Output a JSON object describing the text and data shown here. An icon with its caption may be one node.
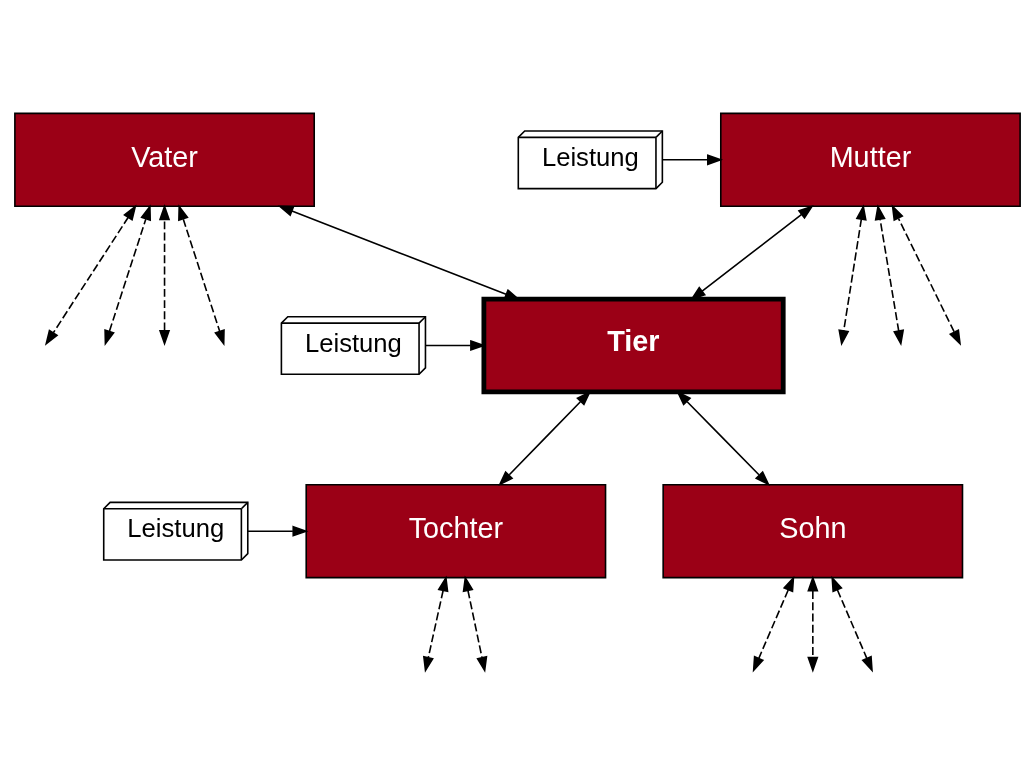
{
  "diagram": {
    "nodes": [
      {
        "text": [
          "Vater"
        ]
      },
      {
        "text": [
          "Mutter"
        ]
      },
      {
        "text": [
          "Leistung"
        ]
      },
      {
        "text": [
          "Tier"
        ]
      },
      {
        "text": [
          "Leistung"
        ]
      },
      {
        "text": [
          "Sohn"
        ]
      },
      {
        "text": [
          "Tochter"
        ]
      },
      {
        "text": [
          "Leistung"
        ]
      }
    ],
    "edges": [
      {
        "from": 0,
        "to": 3,
        "arrow": "both"
      },
      {
        "from": 1,
        "to": 3,
        "arrow": "both"
      },
      {
        "from": 3,
        "to": 5,
        "arrow": "both"
      },
      {
        "from": 3,
        "to": 6,
        "arrow": "both"
      },
      {
        "from": 2,
        "to": 1,
        "arrow": "to"
      },
      {
        "from": 4,
        "to": 3,
        "arrow": "to"
      },
      {
        "from": 7,
        "to": 6,
        "arrow": "to"
      },
      {
        "from": null,
        "to": 0,
        "arrow": "both",
        "style": "dashed"
      },
      {
        "from": null,
        "to": 0,
        "arrow": "both",
        "style": "dashed"
      },
      {
        "from": null,
        "to": 0,
        "arrow": "both",
        "style": "dashed"
      },
      {
        "from": null,
        "to": 0,
        "arrow": "both",
        "style": "dashed"
      },
      {
        "from": null,
        "to": 1,
        "arrow": "both",
        "style": "dashed"
      },
      {
        "from": null,
        "to": 1,
        "arrow": "both",
        "style": "dashed"
      },
      {
        "from": null,
        "to": 1,
        "arrow": "both",
        "style": "dashed"
      },
      {
        "from": null,
        "to": 5,
        "arrow": "both",
        "style": "dashed"
      },
      {
        "from": null,
        "to": 5,
        "arrow": "both",
        "style": "dashed"
      },
      {
        "from": null,
        "to": 5,
        "arrow": "both",
        "style": "dashed"
      },
      {
        "from": null,
        "to": 6,
        "arrow": "both",
        "style": "dashed"
      },
      {
        "from": null,
        "to": 6,
        "arrow": "both",
        "style": "dashed"
      }
    ]
  }
}
